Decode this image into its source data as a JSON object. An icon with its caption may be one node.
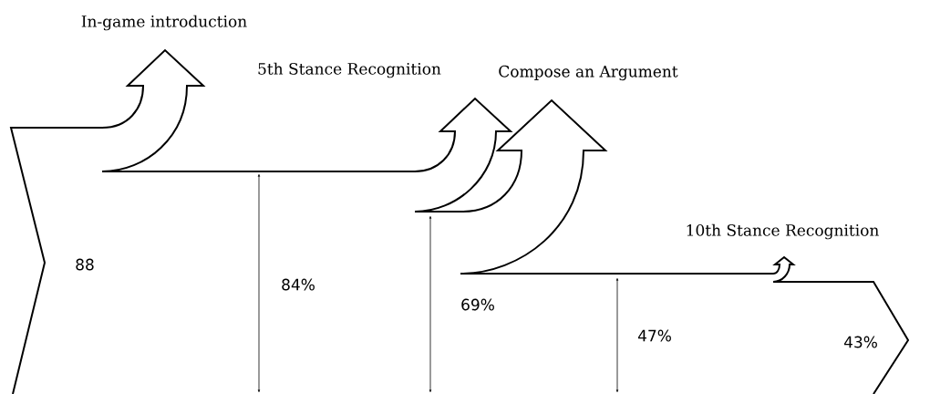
{
  "diagram": {
    "labels": [
      "In-game introduction",
      "5th Stance Recognition",
      "Compose an Argument",
      "10th Stance Recognition",
      "88",
      "84%",
      "69%",
      "47%",
      "43%"
    ]
  }
}
